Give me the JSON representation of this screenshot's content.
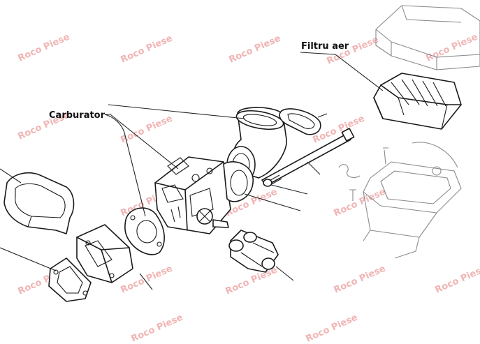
{
  "labels": {
    "air_filter": "Filtru aer",
    "carburetor": "Carburator"
  },
  "watermark": {
    "text": "Roco Piese",
    "color": "#f1b4b4"
  },
  "colors": {
    "line": "#1a1a1a",
    "faint_line": "#8a8a8a",
    "background": "#ffffff"
  }
}
